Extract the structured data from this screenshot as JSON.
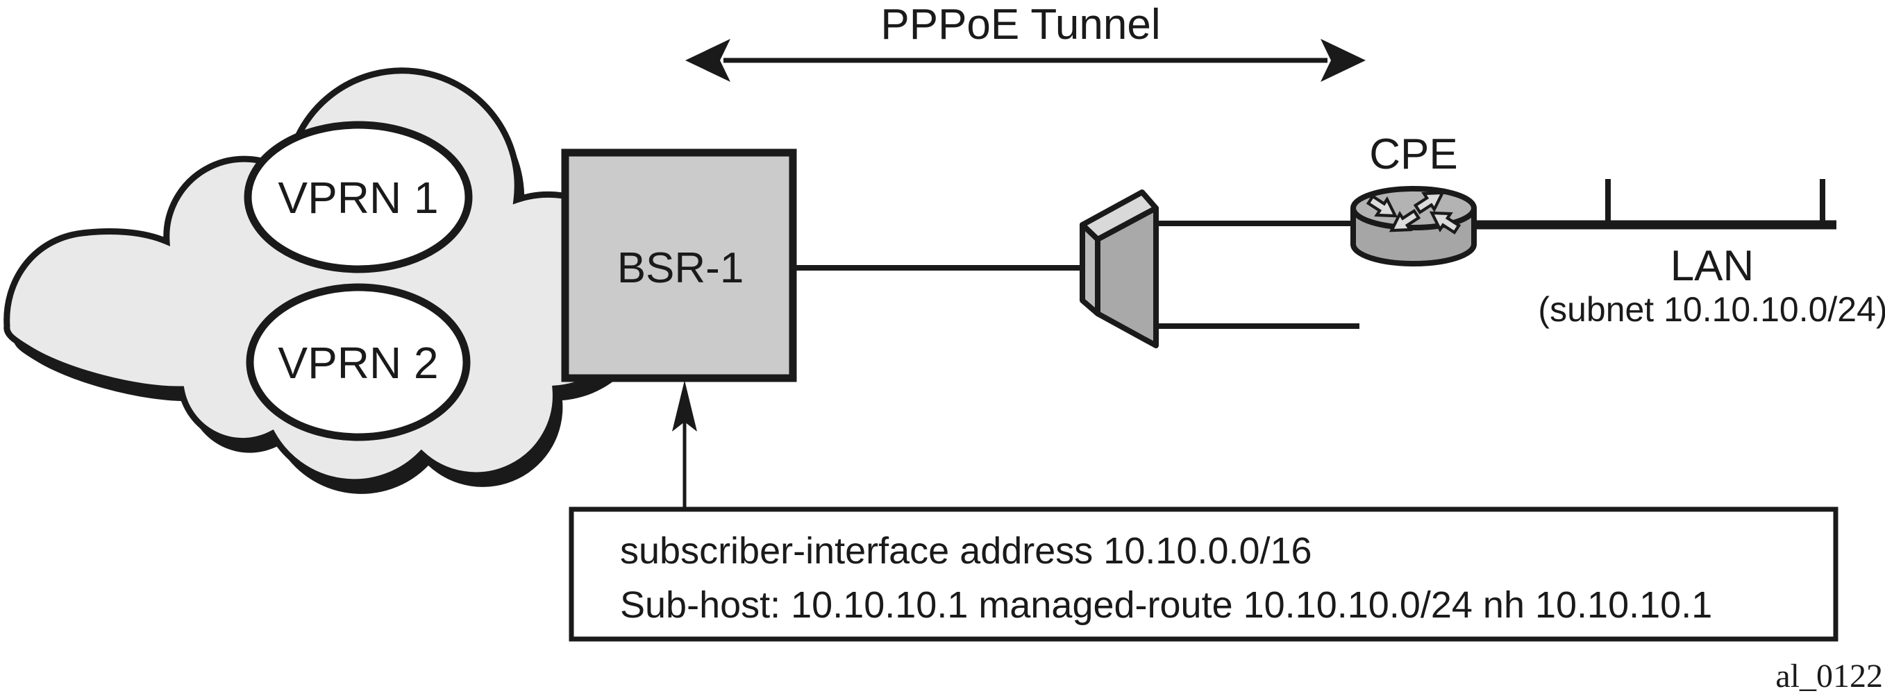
{
  "diagram": {
    "tunnel": {
      "label": "PPPoE Tunnel"
    },
    "cloud": {
      "fill": "#e9e9e9",
      "vprn1_label": "VPRN 1",
      "vprn2_label": "VPRN 2",
      "ellipse_fill": "#ffffff"
    },
    "bsr": {
      "label": "BSR-1",
      "fill": "#cbcbcb"
    },
    "dslam": {
      "top_fill": "#d9d9d9",
      "side_fill": "#bcbcbc",
      "front_fill": "#a9a9a9"
    },
    "cpe": {
      "label": "CPE",
      "top_fill": "#b3b3b3",
      "body_fill": "#a6a6a6",
      "arrow_fill": "#dcdcdc"
    },
    "lan": {
      "label": "LAN",
      "subnet_label": "(subnet 10.10.10.0/24)"
    },
    "annotation": {
      "line1": "subscriber-interface address 10.10.0.0/16",
      "line2": "Sub-host: 10.10.10.1 managed-route 10.10.10.0/24 nh 10.10.10.1",
      "box_fill": "#ffffff"
    },
    "figure_id": "al_0122",
    "colors": {
      "outline": "#1a1a1a",
      "background": "#ffffff"
    }
  }
}
